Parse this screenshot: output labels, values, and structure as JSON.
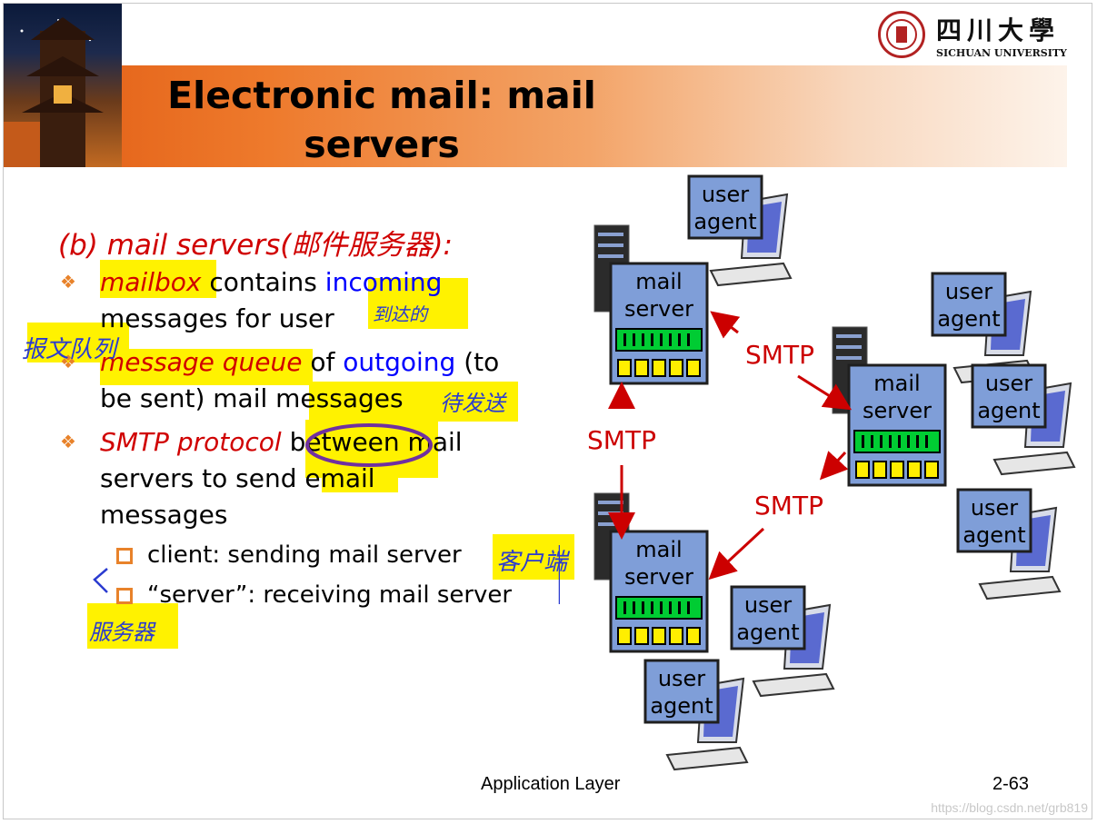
{
  "slide": {
    "title_line1": "Electronic mail: mail",
    "title_line2": "servers",
    "logo_cn": "四川大學",
    "logo_en": "SICHUAN UNIVERSITY",
    "heading": "(b) mail servers(邮件服务器):",
    "bullets": {
      "b1_em": "mailbox",
      "b1_a": " contains ",
      "b1_kw": "incoming",
      "b1_b": "messages for user",
      "b2_em": "message queue",
      "b2_a": " of ",
      "b2_kw": "outgoing",
      "b2_b": " (to",
      "b2_c": "be sent) mail messages",
      "b3_em": "SMTP protocol",
      "b3_a": "between mail",
      "b3_b": "servers to send email",
      "b3_c": "messages"
    },
    "subbullets": {
      "s1": "client: sending mail server",
      "s2": "“server”: receiving mail server"
    },
    "handwriting": {
      "h1": "到达的",
      "h2": "报文队列",
      "h3": "待发送",
      "h4": "客户端",
      "h5": "服务器"
    },
    "footer_left": "Application Layer",
    "footer_right": "2-63",
    "watermark": "https://blog.csdn.net/grb819"
  },
  "diagram": {
    "mail_server_l1": "mail",
    "mail_server_l2": "server",
    "user_agent_l1": "user",
    "user_agent_l2": "agent",
    "protocol": "SMTP"
  }
}
